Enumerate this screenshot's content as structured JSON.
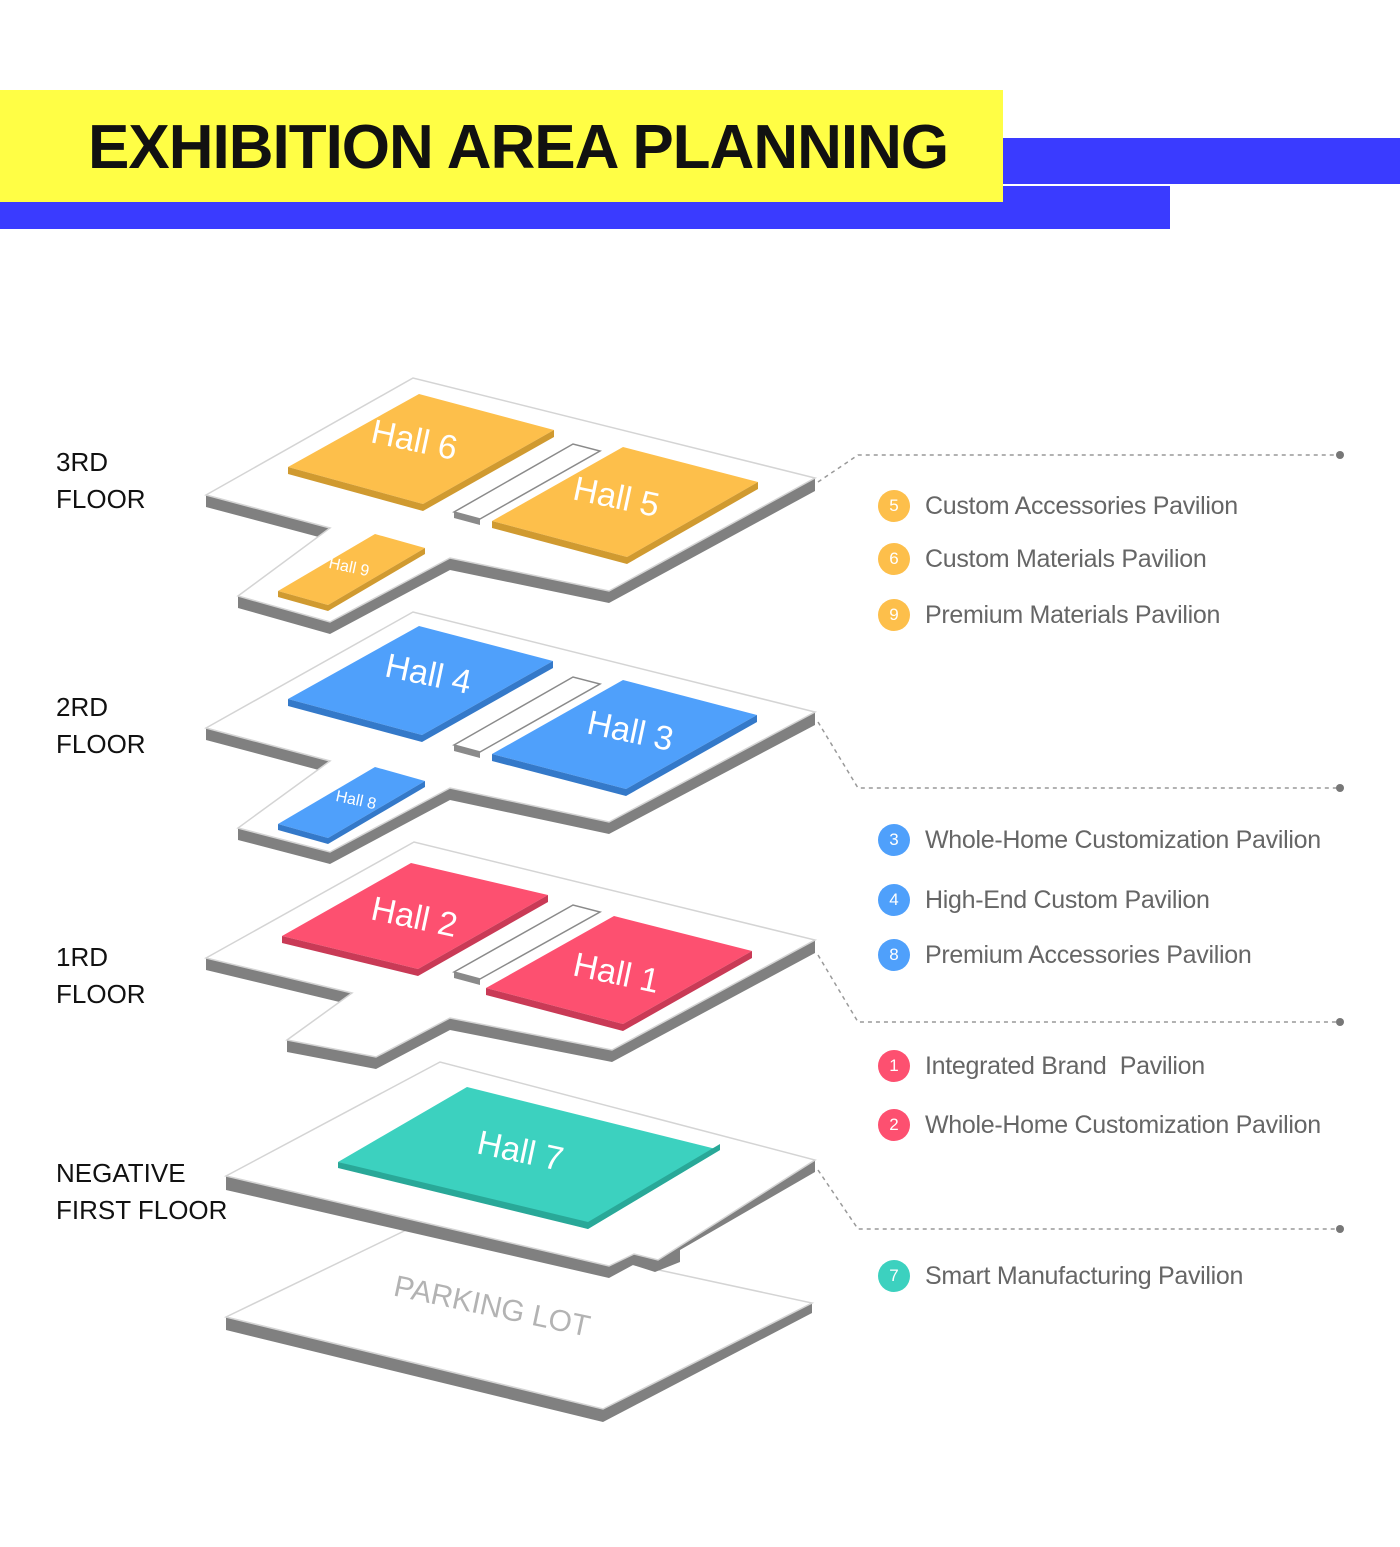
{
  "title": "EXHIBITION AREA PLANNING",
  "colors": {
    "banner_yellow": "#fffe45",
    "banner_blue": "#3a3bff",
    "third_floor": "#fdbf4b",
    "second_floor": "#4fa0fb",
    "first_floor": "#fd5070",
    "negative_floor": "#3cd1bf"
  },
  "floors": {
    "third": {
      "label_line1": "3RD",
      "label_line2": "FLOOR",
      "halls": [
        "Hall 6",
        "Hall 5",
        "Hall 9"
      ],
      "legend": [
        {
          "num": "5",
          "text": "Custom Accessories Pavilion"
        },
        {
          "num": "6",
          "text": "Custom Materials Pavilion"
        },
        {
          "num": "9",
          "text": "Premium Materials Pavilion"
        }
      ]
    },
    "second": {
      "label_line1": "2RD",
      "label_line2": "FLOOR",
      "halls": [
        "Hall 4",
        "Hall 3",
        "Hall 8"
      ],
      "legend": [
        {
          "num": "3",
          "text": "Whole-Home Customization Pavilion"
        },
        {
          "num": "4",
          "text": "High-End Custom Pavilion"
        },
        {
          "num": "8",
          "text": "Premium Accessories Pavilion"
        }
      ]
    },
    "first": {
      "label_line1": "1RD",
      "label_line2": "FLOOR",
      "halls": [
        "Hall 2",
        "Hall 1"
      ],
      "legend": [
        {
          "num": "1",
          "text": "Integrated Brand  Pavilion"
        },
        {
          "num": "2",
          "text": "Whole-Home Customization Pavilion"
        }
      ]
    },
    "negative": {
      "label_line1": "NEGATIVE",
      "label_line2": "FIRST FLOOR",
      "halls": [
        "Hall 7"
      ],
      "legend": [
        {
          "num": "7",
          "text": "Smart Manufacturing Pavilion"
        }
      ]
    },
    "parking": {
      "label": "PARKING LOT"
    }
  }
}
